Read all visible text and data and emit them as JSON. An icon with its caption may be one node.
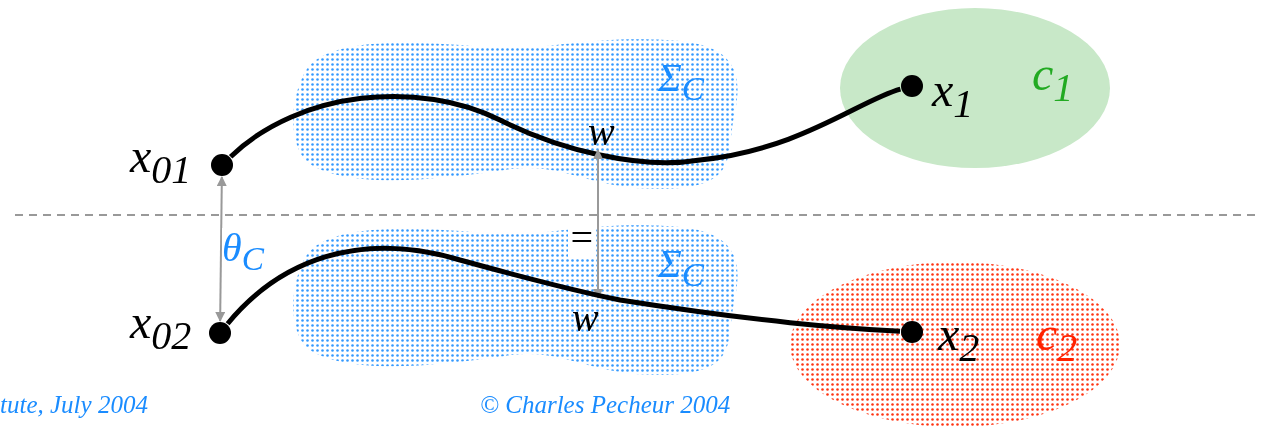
{
  "diagram": {
    "nodes": [
      {
        "text": [
          "Σ$_{C}$"
        ]
      },
      {
        "text": [
          "c$_{1}$"
        ]
      },
      {
        "text": [
          "x$_{01}$"
        ]
      },
      {
        "text": [
          "w"
        ],
        "in": 0
      },
      {
        "text": [
          "x$_{1}$"
        ],
        "in": 1
      },
      {
        "text": [
          "Σ$_{C}$"
        ]
      },
      {
        "text": [
          "x$_{02}$"
        ]
      },
      {
        "text": [
          "w"
        ],
        "in": 5
      },
      {
        "text": [
          "c$_{2}$"
        ]
      },
      {
        "text": [
          "x$_{2}$"
        ],
        "in": 8
      }
    ],
    "edges": [
      {
        "from": 2,
        "to": 4,
        "arrow": "none",
        "style": "thick"
      },
      {
        "from": 2,
        "to": 6,
        "arrow": "both",
        "label": "θ$_{C}$",
        "color": "#999999"
      },
      {
        "from": 3,
        "to": 7,
        "arrow": "both",
        "label": "=",
        "color": "#999999"
      },
      {
        "from": 6,
        "to": 9,
        "arrow": "none",
        "style": "thick"
      }
    ],
    "labels": [
      "tute, July 2004",
      "© Charles Pecheur 2004"
    ]
  }
}
